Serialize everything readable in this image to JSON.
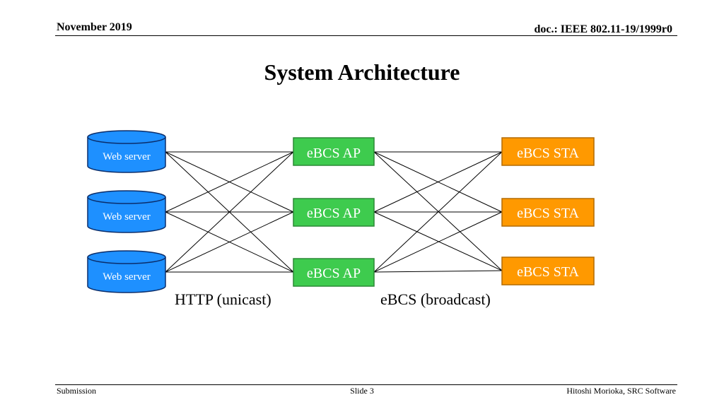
{
  "header": {
    "date": "November 2019",
    "doc": "doc.: IEEE 802.11-19/1999r0"
  },
  "slide": {
    "title": "System Architecture"
  },
  "diagram": {
    "servers": [
      "Web server",
      "Web server",
      "Web server"
    ],
    "aps": [
      "eBCS AP",
      "eBCS AP",
      "eBCS AP"
    ],
    "stas": [
      "eBCS STA",
      "eBCS STA",
      "eBCS STA"
    ],
    "link_labels": {
      "left": "HTTP (unicast)",
      "right": "eBCS (broadcast)"
    },
    "colors": {
      "server_fill": "#1e90ff",
      "ap_fill": "#3ecb4e",
      "sta_fill": "#ff9900"
    }
  },
  "footer": {
    "left": "Submission",
    "center": "Slide 3",
    "right": "Hitoshi Morioka, SRC Software"
  }
}
